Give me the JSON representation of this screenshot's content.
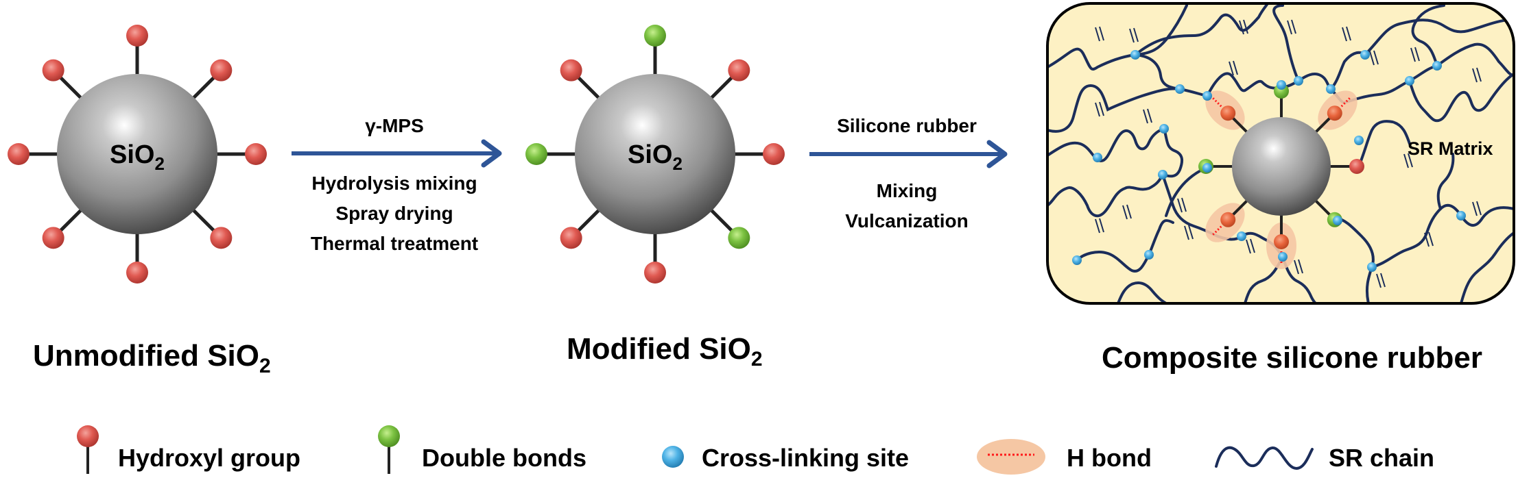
{
  "figure": {
    "particles": {
      "unmodified": {
        "label": "SiO",
        "label_sub": "2",
        "caption": "Unmodified SiO",
        "caption_sub": "2",
        "groups": [
          "hydroxyl",
          "hydroxyl",
          "hydroxyl",
          "hydroxyl",
          "hydroxyl",
          "hydroxyl",
          "hydroxyl",
          "hydroxyl"
        ]
      },
      "modified": {
        "label": "SiO",
        "label_sub": "2",
        "caption": "Modified SiO",
        "caption_sub": "2",
        "groups": [
          "double_bond",
          "hydroxyl",
          "hydroxyl",
          "double_bond",
          "hydroxyl",
          "hydroxyl",
          "double_bond",
          "hydroxyl"
        ]
      },
      "composite": {
        "caption": "Composite silicone rubber",
        "matrix_label": "SR Matrix",
        "groups": [
          "double_bond",
          "h_bonded_hydroxyl",
          "hydroxyl",
          "double_bond",
          "h_bonded_hydroxyl",
          "h_bonded_hydroxyl",
          "double_bond",
          "h_bonded_hydroxyl"
        ]
      }
    },
    "steps": [
      {
        "above": "γ-MPS",
        "below": [
          "Hydrolysis mixing",
          "Spray drying",
          "Thermal treatment"
        ]
      },
      {
        "above": "Silicone rubber",
        "below": [
          "Mixing",
          "Vulcanization"
        ]
      }
    ],
    "legend": [
      {
        "key": "hydroxyl",
        "label": "Hydroxyl group",
        "icon": "red-ball-stick-icon"
      },
      {
        "key": "double_bond",
        "label": "Double bonds",
        "icon": "green-ball-stick-icon"
      },
      {
        "key": "crosslink",
        "label": "Cross-linking site",
        "icon": "blue-ball-icon"
      },
      {
        "key": "h_bond",
        "label": "H bond",
        "icon": "h-bond-ellipse-icon"
      },
      {
        "key": "chain",
        "label": "SR chain",
        "icon": "wavy-chain-icon"
      }
    ],
    "colors": {
      "hydroxyl": "#e05a52",
      "double_bond": "#7cc242",
      "crosslink": "#4fb3e6",
      "h_bond_fill": "#f5c7a4",
      "h_bond_dash": "#ff1a1a",
      "arrow": "#2e5597",
      "chain": "#1b2d5a",
      "matrix_fill": "#fdf1c4",
      "hbond_ball": "#e8643c"
    }
  }
}
